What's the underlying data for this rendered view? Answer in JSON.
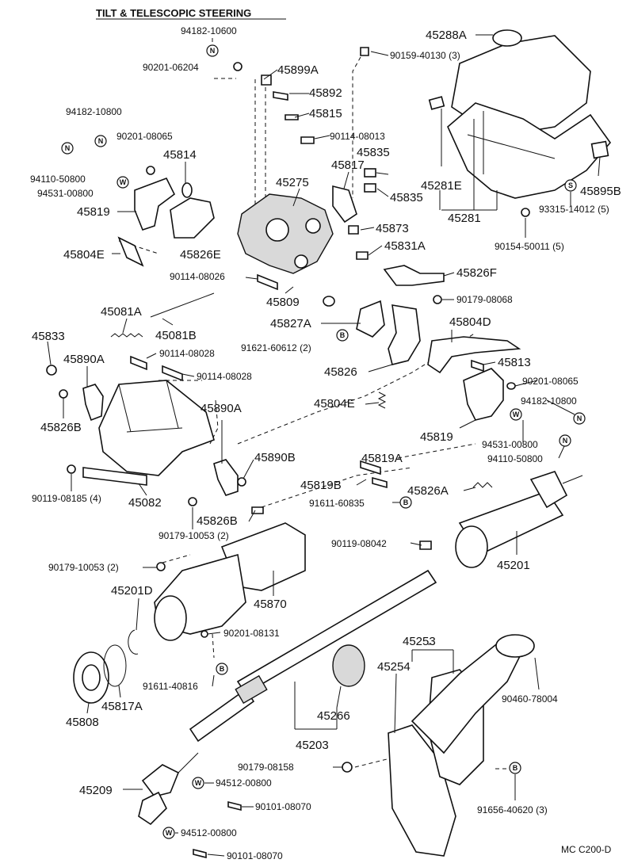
{
  "title": "TILT & TELESCOPIC STEERING",
  "footer_code": "MC C200-D",
  "symbols": [
    "N",
    "W",
    "B",
    "S"
  ],
  "labels": {
    "l_94182_10600": "94182-10600",
    "l_90201_06204": "90201-06204",
    "l_45899A": "45899A",
    "l_45892": "45892",
    "l_45815": "45815",
    "l_90114_08013": "90114-08013",
    "l_90159_40130": "90159-40130  (3)",
    "l_45288A": "45288A",
    "l_94182_10800a": "94182-10800",
    "l_90201_08065a": "90201-08065",
    "l_45814": "45814",
    "l_94110_50800a": "94110-50800",
    "l_94531_00800a": "94531-00800",
    "l_45819a": "45819",
    "l_45804Ea": "45804E",
    "l_45826E": "45826E",
    "l_45275": "45275",
    "l_45817": "45817",
    "l_45835a": "45835",
    "l_45835b": "45835",
    "l_45281E": "45281E",
    "l_45895B": "45895B",
    "l_45281": "45281",
    "l_93315_14012": "93315-14012  (5)",
    "l_90154_50011": "90154-50011  (5)",
    "l_45873": "45873",
    "l_45831A": "45831A",
    "l_90114_08026": "90114-08026",
    "l_45826F": "45826F",
    "l_45809": "45809",
    "l_90179_08068": "90179-08068",
    "l_45081A": "45081A",
    "l_45081B": "45081B",
    "l_45827A": "45827A",
    "l_45804D": "45804D",
    "l_45833": "45833",
    "l_91621_60612": "91621-60612  (2)",
    "l_90114_08028a": "90114-08028",
    "l_45890Aa": "45890A",
    "l_90114_08028b": "90114-08028",
    "l_45826": "45826",
    "l_45813": "45813",
    "l_90201_08065b": "90201-08065",
    "l_94182_10800b": "94182-10800",
    "l_45826B_a": "45826B",
    "l_45804Eb": "45804E",
    "l_45890Ab": "45890A",
    "l_45819b": "45819",
    "l_94531_00800b": "94531-00800",
    "l_94110_50800b": "94110-50800",
    "l_45890B": "45890B",
    "l_45819A": "45819A",
    "l_90119_08185": "90119-08185  (4)",
    "l_45082": "45082",
    "l_45819B": "45819B",
    "l_45826A": "45826A",
    "l_91611_60835": "91611-60835",
    "l_45826B_b": "45826B",
    "l_90179_10053a": "90179-10053  (2)",
    "l_90119_08042": "90119-08042",
    "l_45201": "45201",
    "l_90179_10053b": "90179-10053  (2)",
    "l_45870": "45870",
    "l_45201D": "45201D",
    "l_90201_08131": "90201-08131",
    "l_45253": "45253",
    "l_45254": "45254",
    "l_91611_40816": "91611-40816",
    "l_45817A": "45817A",
    "l_45808": "45808",
    "l_90460_78004": "90460-78004",
    "l_45266": "45266",
    "l_45203": "45203",
    "l_90179_08158": "90179-08158",
    "l_45209": "45209",
    "l_94512_00800a": "94512-00800",
    "l_90101_08070a": "90101-08070",
    "l_91656_40620": "91656-40620  (3)",
    "l_94512_00800b": "94512-00800",
    "l_90101_08070b": "90101-08070"
  }
}
